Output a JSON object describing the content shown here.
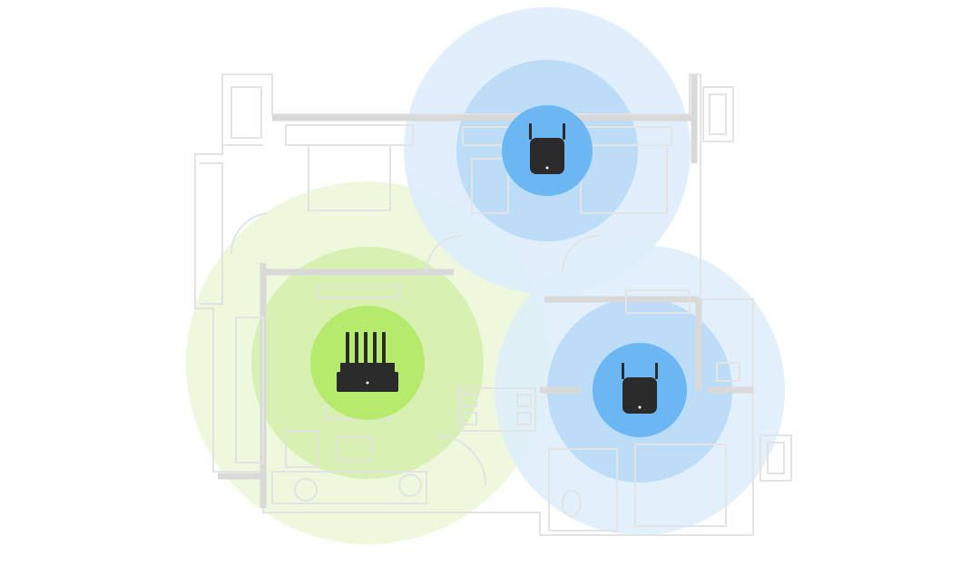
{
  "diagram": {
    "floorplan_color": "#e3e3e3",
    "coverage_colors": {
      "router_outer": "#eef8dc",
      "router_mid": "#d8f1b2",
      "router_inner": "#b6ea6c",
      "extender_outer": "#ddeefb",
      "extender_mid": "#bcdcf8",
      "extender_inner": "#6bb7f3"
    },
    "devices": [
      {
        "id": "router",
        "kind": "router",
        "icon": "wifi-router-icon",
        "color": "#2a2a2a"
      },
      {
        "id": "extender-top",
        "kind": "extender",
        "icon": "wifi-extender-icon",
        "color": "#2a2a2a"
      },
      {
        "id": "extender-bottom",
        "kind": "extender",
        "icon": "wifi-extender-icon",
        "color": "#2a2a2a"
      }
    ]
  }
}
